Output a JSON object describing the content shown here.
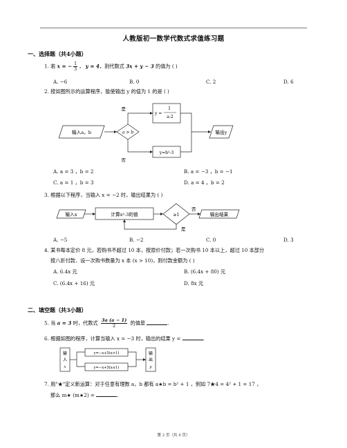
{
  "title": "人教版初一数学代数式求值练习题",
  "sections": {
    "choice": "一、选择题（共4小题）",
    "fill": "二、填空题（共3小题）"
  },
  "q1": {
    "num": "1.",
    "a": "若",
    "x_eq": "x = −",
    "f_num": "1",
    "f_den": "3",
    "b": "，",
    "y_eq": "y = 4",
    "c": "，则代数式",
    "expr": "3x + y − 3",
    "d": "的值为 (      )",
    "options": [
      "A. −6",
      "B. 0",
      "C. 2",
      "D. 6"
    ]
  },
  "q2": {
    "text": "2. 按如图所示的运算程序，能使输出 y 的值为 1 的是 (      )",
    "diagram": {
      "input": "输入a，b",
      "cond": "a > b",
      "yes": "是",
      "no": "否",
      "top_y": "y =",
      "top_num": "1",
      "top_den": "a-2",
      "bottom": "y=b²-3",
      "output": "输出y"
    },
    "options": [
      "A. a = 3 ，b = 2",
      "B. a = −3 ，b = −1",
      "C. a = 1 ，b = 3",
      "D. a = 4 ，b = 2"
    ]
  },
  "q3": {
    "text": "3. 根据以下程序，当输入 x = −2 时，输出结果为 (      )",
    "diagram": {
      "input": "输入x",
      "calc": "计算x²-3的值",
      "cond": "≥1",
      "no": "否",
      "yes": "是",
      "output": "输出结果"
    },
    "options": [
      "A. −5",
      "B. −2",
      "C. 0",
      "D. 3"
    ]
  },
  "q4": {
    "line1": "4. 某书每本定价 8 元，若购书不超过 10 本，按原价付款；若一次购书 10 本以上，超过 10 本部分",
    "line2": "按八折付款．设一次购书数量为 x 本 (x > 10)，则付款金额为 (      )",
    "options": [
      "A. 6.4x   元",
      "B. (6.4x + 80)   元",
      "C. (6.4x + 16)   元",
      "D. 8x   元"
    ]
  },
  "q5": {
    "a": "5. 当",
    "eq": "a = 3",
    "b": "时，代数式",
    "f_num": "3a (a − 1)",
    "f_den": "2",
    "c": "的值是",
    "d": "."
  },
  "q6": {
    "text": "6. 根据如图的程序，计算当输入 x = −3 时，输出的结果 y =",
    "end": ".",
    "diagram": {
      "input": [
        "输",
        "入",
        "x"
      ],
      "top": "y=−x+5(x>1)",
      "bottom": "y=−x+5(x≤1)",
      "output": [
        "输",
        "出",
        "y"
      ]
    }
  },
  "q7": {
    "line1": "7. 用\"★\"定义新运算：对于任意有理数 a，b 都有 a★b = b² + 1 ，例如 7★4 = 4² + 1 = 17    ，",
    "line2": "那么 m★ (m★2) =",
    "end": "."
  },
  "footer": "第 2 页（共 4 页）"
}
